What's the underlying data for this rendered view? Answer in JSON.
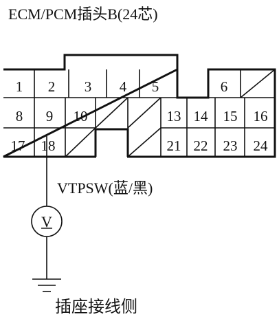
{
  "title": "ECM/PCM插头B(24芯)",
  "connector": {
    "pins": [
      {
        "label": "1",
        "row": 1
      },
      {
        "label": "2",
        "row": 1
      },
      {
        "label": "3",
        "row": 1
      },
      {
        "label": "4",
        "row": 1
      },
      {
        "label": "5",
        "row": 1
      },
      {
        "label": "6",
        "row": 1
      },
      {
        "label": "8",
        "row": 2
      },
      {
        "label": "9",
        "row": 2
      },
      {
        "label": "10",
        "row": 2
      },
      {
        "label": "13",
        "row": 2
      },
      {
        "label": "14",
        "row": 2
      },
      {
        "label": "15",
        "row": 2
      },
      {
        "label": "16",
        "row": 2
      },
      {
        "label": "17",
        "row": 3
      },
      {
        "label": "18",
        "row": 3
      },
      {
        "label": "21",
        "row": 3
      },
      {
        "label": "22",
        "row": 3
      },
      {
        "label": "23",
        "row": 3
      },
      {
        "label": "24",
        "row": 3
      }
    ],
    "probed_pin": "18"
  },
  "wire_label": "VTPSW(蓝/黑)",
  "meter_symbol": "V",
  "footer": "插座接线侧",
  "line_color": "#111111"
}
